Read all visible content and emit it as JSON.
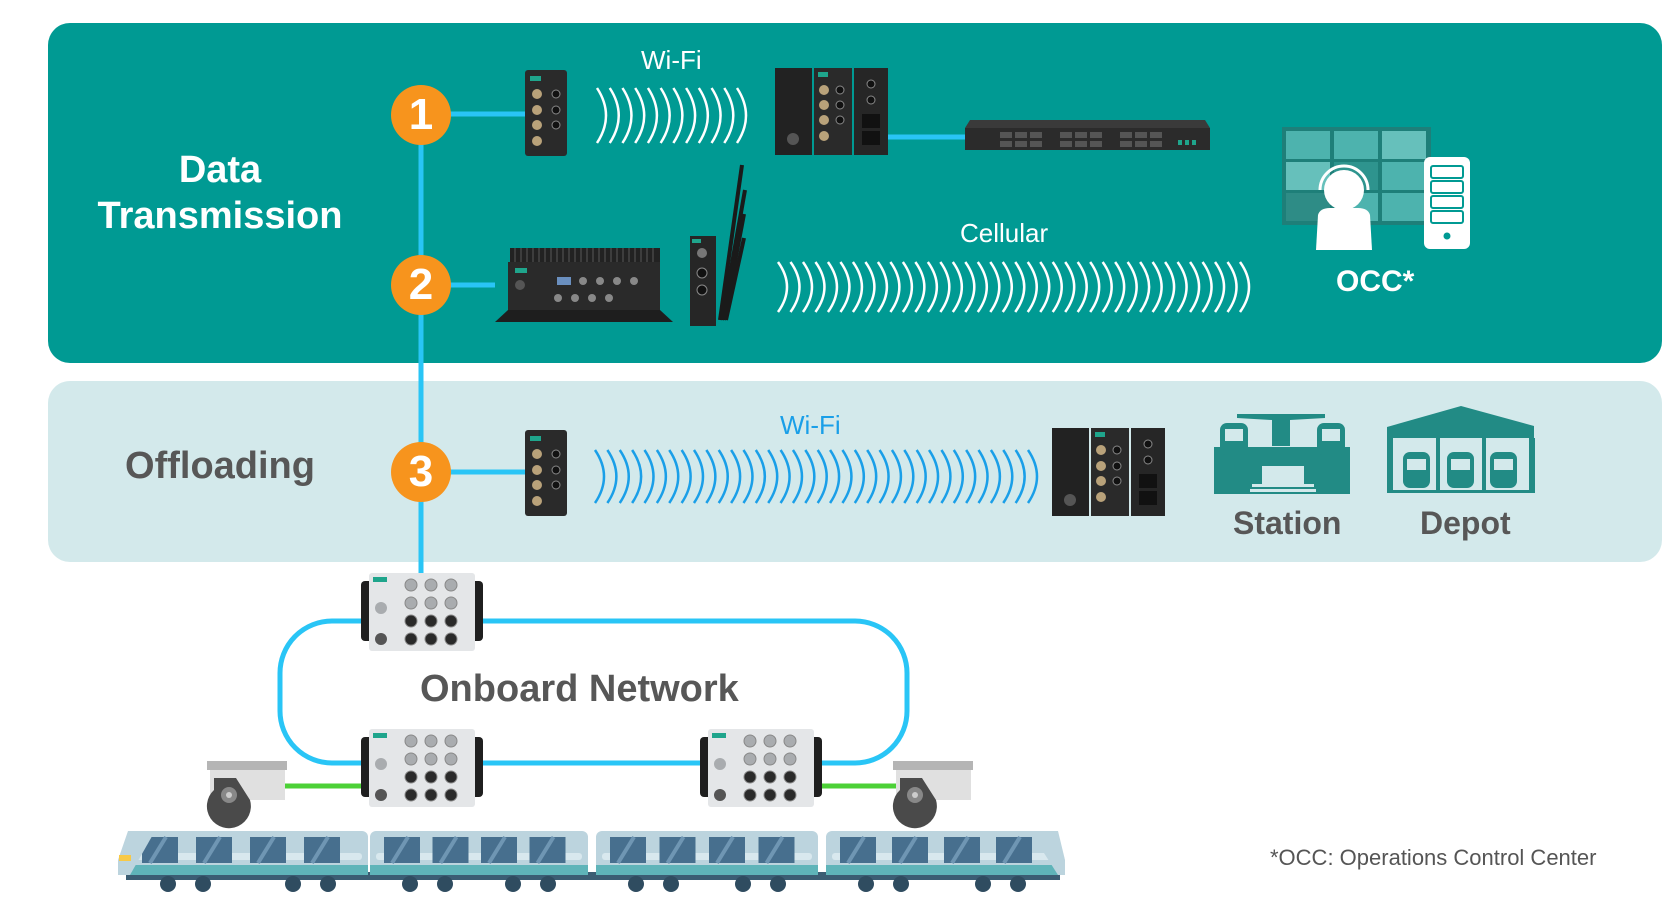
{
  "colors": {
    "data_transmission_bg": "#009A93",
    "offloading_bg": "#D3E9EB",
    "step_circle": "#F7941D",
    "network_line": "#29C5F6",
    "camera_link": "#4CD137",
    "icon_teal": "#228B85",
    "title_gray": "#575757",
    "offload_wifi": "#1A9FE8"
  },
  "sections": {
    "data_transmission": {
      "title_line1": "Data",
      "title_line2": "Transmission"
    },
    "offloading": {
      "title": "Offloading"
    },
    "onboard": {
      "title": "Onboard Network"
    }
  },
  "steps": [
    {
      "number": "1",
      "link_label": "Wi-Fi",
      "link_type": "wifi"
    },
    {
      "number": "2",
      "link_label": "Cellular",
      "link_type": "cellular"
    },
    {
      "number": "3",
      "link_label": "Wi-Fi",
      "link_type": "wifi"
    }
  ],
  "destinations": {
    "occ": {
      "label": "OCC*",
      "icon": "operator-video-wall-icon"
    },
    "station": {
      "label": "Station",
      "icon": "train-station-icon"
    },
    "depot": {
      "label": "Depot",
      "icon": "train-depot-icon"
    }
  },
  "devices": {
    "wifi_client_1": "onboard-wifi-client",
    "trackside_ap_1": "trackside-wireless-ap",
    "backbone_switch": "rackmount-ethernet-switch",
    "onboard_computer": "fanless-onboard-computer",
    "cellular_router": "cellular-router-with-antennas",
    "wifi_client_3": "onboard-wifi-client",
    "trackside_ap_3": "trackside-wireless-ap",
    "ring_switches": [
      "onboard-ethernet-switch",
      "onboard-ethernet-switch",
      "onboard-ethernet-switch"
    ],
    "cameras": [
      "ip-camera",
      "ip-camera"
    ],
    "train": "passenger-train"
  },
  "footnote": "*OCC: Operations Control Center"
}
